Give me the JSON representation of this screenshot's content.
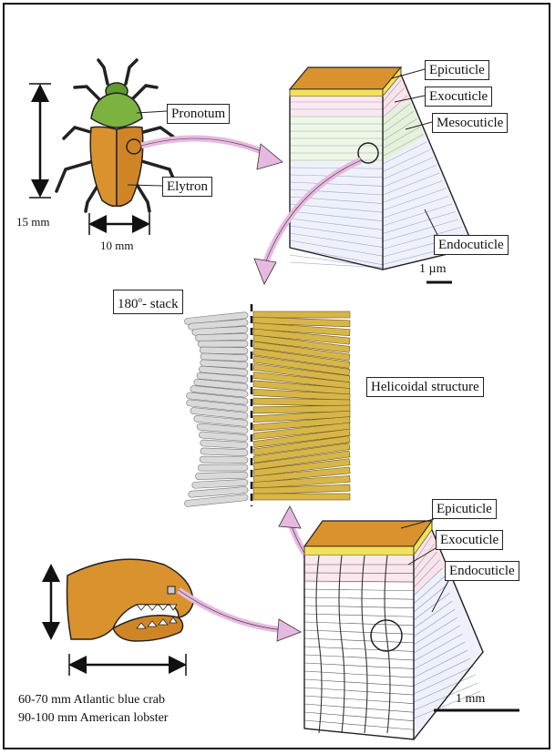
{
  "beetle": {
    "pronotum": "Pronotum",
    "elytron": "Elytron",
    "length": "15 mm",
    "width": "10 mm"
  },
  "beetle_cuticle": {
    "epicuticle": "Epicuticle",
    "exocuticle": "Exocuticle",
    "mesocuticle": "Mesocuticle",
    "endocuticle": "Endocuticle",
    "scale": "1 µm"
  },
  "helicoid": {
    "stack": "180",
    "stack_degree": "o",
    "stack_suffix": "- stack",
    "structure": "Helicoidal structure"
  },
  "crab_cuticle": {
    "epicuticle": "Epicuticle",
    "exocuticle": "Exocuticle",
    "endocuticle": "Endocuticle",
    "scale": "1 mm"
  },
  "claw": {
    "size_line1": "60-70 mm Atlantic blue crab",
    "size_line2": "90-100 mm American lobster"
  },
  "colors": {
    "orange": "#d9922e",
    "gold": "#d8b548",
    "green": "#6fa83a",
    "pink_arrow": "#e7b9e0",
    "fiber_gray": "#d9d9d9"
  }
}
